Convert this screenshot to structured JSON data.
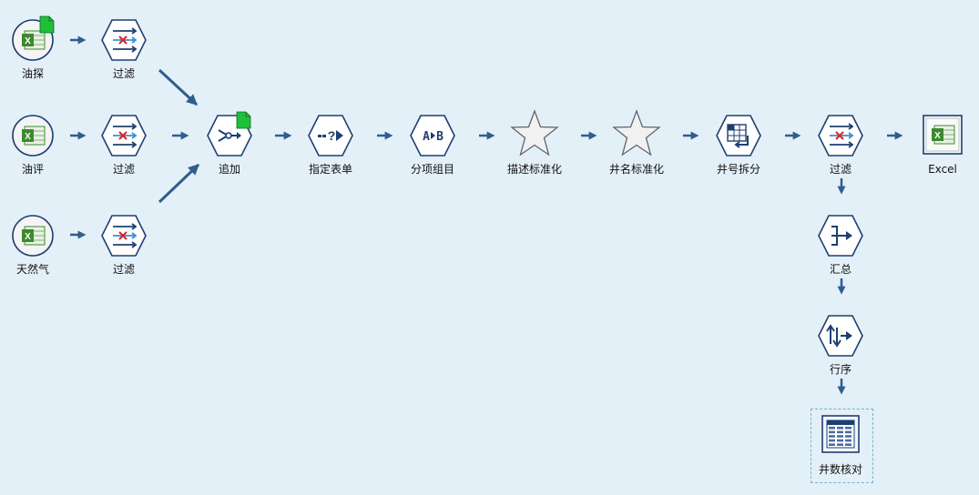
{
  "colors": {
    "background": "#e4f0f7",
    "link": "#2f5d8f",
    "icon_border": "#1d3f73",
    "icon_fill": "#ffffff",
    "excel_green": "#3c8a2e",
    "new_badge": "#1fbf3a",
    "filter_red": "#d8232a",
    "filter_blue": "#3b8fd6",
    "star_fill": "#f1f1f1",
    "star_border": "#5d6470"
  },
  "nodes": [
    {
      "id": "youtan",
      "label": "油探",
      "icon": "excel-source-icon",
      "badge": true
    },
    {
      "id": "youping",
      "label": "油评",
      "icon": "excel-source-icon",
      "badge": false
    },
    {
      "id": "tianranqi",
      "label": "天然气",
      "icon": "excel-source-icon",
      "badge": false
    },
    {
      "id": "filter1",
      "label": "过滤",
      "icon": "filter-icon"
    },
    {
      "id": "filter2",
      "label": "过滤",
      "icon": "filter-icon"
    },
    {
      "id": "filter3",
      "label": "过滤",
      "icon": "filter-icon"
    },
    {
      "id": "append",
      "label": "追加",
      "icon": "append-icon",
      "badge": true
    },
    {
      "id": "type",
      "label": "指定表单",
      "icon": "type-icon"
    },
    {
      "id": "binning",
      "label": "分项组目",
      "icon": "binning-icon"
    },
    {
      "id": "std1",
      "label": "描述标准化",
      "icon": "star-icon"
    },
    {
      "id": "std2",
      "label": "井名标准化",
      "icon": "star-icon"
    },
    {
      "id": "split",
      "label": "井号拆分",
      "icon": "restructure-icon"
    },
    {
      "id": "filter4",
      "label": "过滤",
      "icon": "filter-icon"
    },
    {
      "id": "excel_out",
      "label": "Excel",
      "icon": "excel-output-icon"
    },
    {
      "id": "aggregate",
      "label": "汇总",
      "icon": "aggregate-icon"
    },
    {
      "id": "sort",
      "label": "行序",
      "icon": "sort-icon"
    },
    {
      "id": "table",
      "label": "井数核对",
      "icon": "table-icon"
    }
  ]
}
